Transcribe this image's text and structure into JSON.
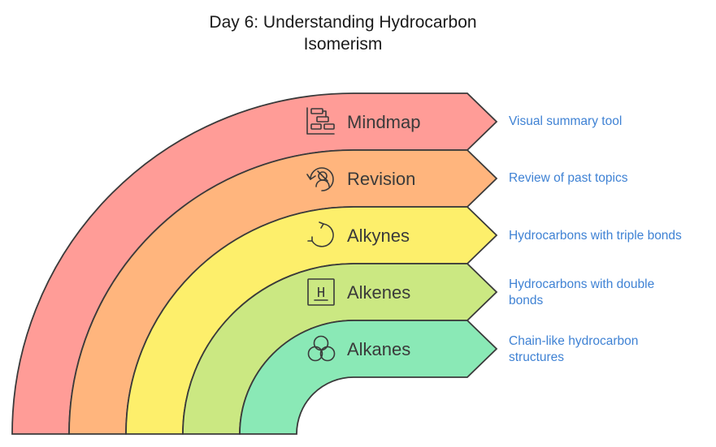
{
  "title": {
    "line1": "Day 6: Understanding Hydrocarbon",
    "line2": "Isomerism"
  },
  "bands": [
    {
      "label": "Mindmap",
      "description": "Visual summary tool",
      "icon": "mindmap-icon",
      "color": "#FF9C97"
    },
    {
      "label": "Revision",
      "description": "Review of past topics",
      "icon": "revision-icon",
      "color": "#FFB57D"
    },
    {
      "label": "Alkynes",
      "description": "Hydrocarbons with triple bonds",
      "icon": "circular-arrow-icon",
      "color": "#FDEF6B"
    },
    {
      "label": "Alkenes",
      "description": "Hydrocarbons with double bonds",
      "icon": "hydrogen-element-icon",
      "color": "#CBE882"
    },
    {
      "label": "Alkanes",
      "description": "Chain-like hydrocarbon structures",
      "icon": "three-circles-icon",
      "color": "#8AE9B6"
    }
  ],
  "hydrogen_symbol": "H",
  "description_color": "#3F82D4",
  "stroke_color": "#3A3A3A"
}
